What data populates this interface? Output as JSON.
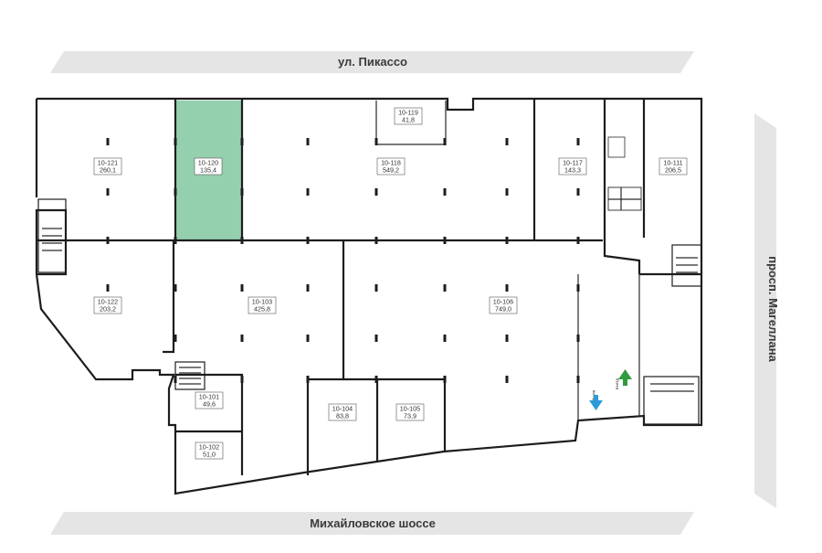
{
  "streets": {
    "top": "ул. Пикассо",
    "bottom": "Михайловское шоссе",
    "right": "просп. Магеллана"
  },
  "colors": {
    "highlight": "#8fceaa",
    "street_band": "#e5e5e5",
    "wall": "#1d1d1d",
    "exit_arrow": "#2d9ad8",
    "entry_arrow": "#2f9a3e"
  },
  "units": [
    {
      "code": "10-121",
      "area": "260,1",
      "selected": false
    },
    {
      "code": "10-120",
      "area": "135,4",
      "selected": true
    },
    {
      "code": "10-119",
      "area": "41,8",
      "selected": false
    },
    {
      "code": "10-118",
      "area": "549,2",
      "selected": false
    },
    {
      "code": "10-117",
      "area": "143,3",
      "selected": false
    },
    {
      "code": "10-111",
      "area": "206,5",
      "selected": false
    },
    {
      "code": "10-122",
      "area": "203,2",
      "selected": false
    },
    {
      "code": "10-103",
      "area": "425,8",
      "selected": false
    },
    {
      "code": "10-106",
      "area": "749,0",
      "selected": false
    },
    {
      "code": "10-101",
      "area": "49,6",
      "selected": false
    },
    {
      "code": "10-102",
      "area": "51,0",
      "selected": false
    },
    {
      "code": "10-104",
      "area": "83,8",
      "selected": false
    },
    {
      "code": "10-105",
      "area": "73,9",
      "selected": false
    }
  ],
  "driveway": {
    "exit_label": "выезд",
    "entry_label": "въезд"
  },
  "icons": {
    "exit": "arrow-down-icon",
    "entry": "arrow-up-icon"
  }
}
